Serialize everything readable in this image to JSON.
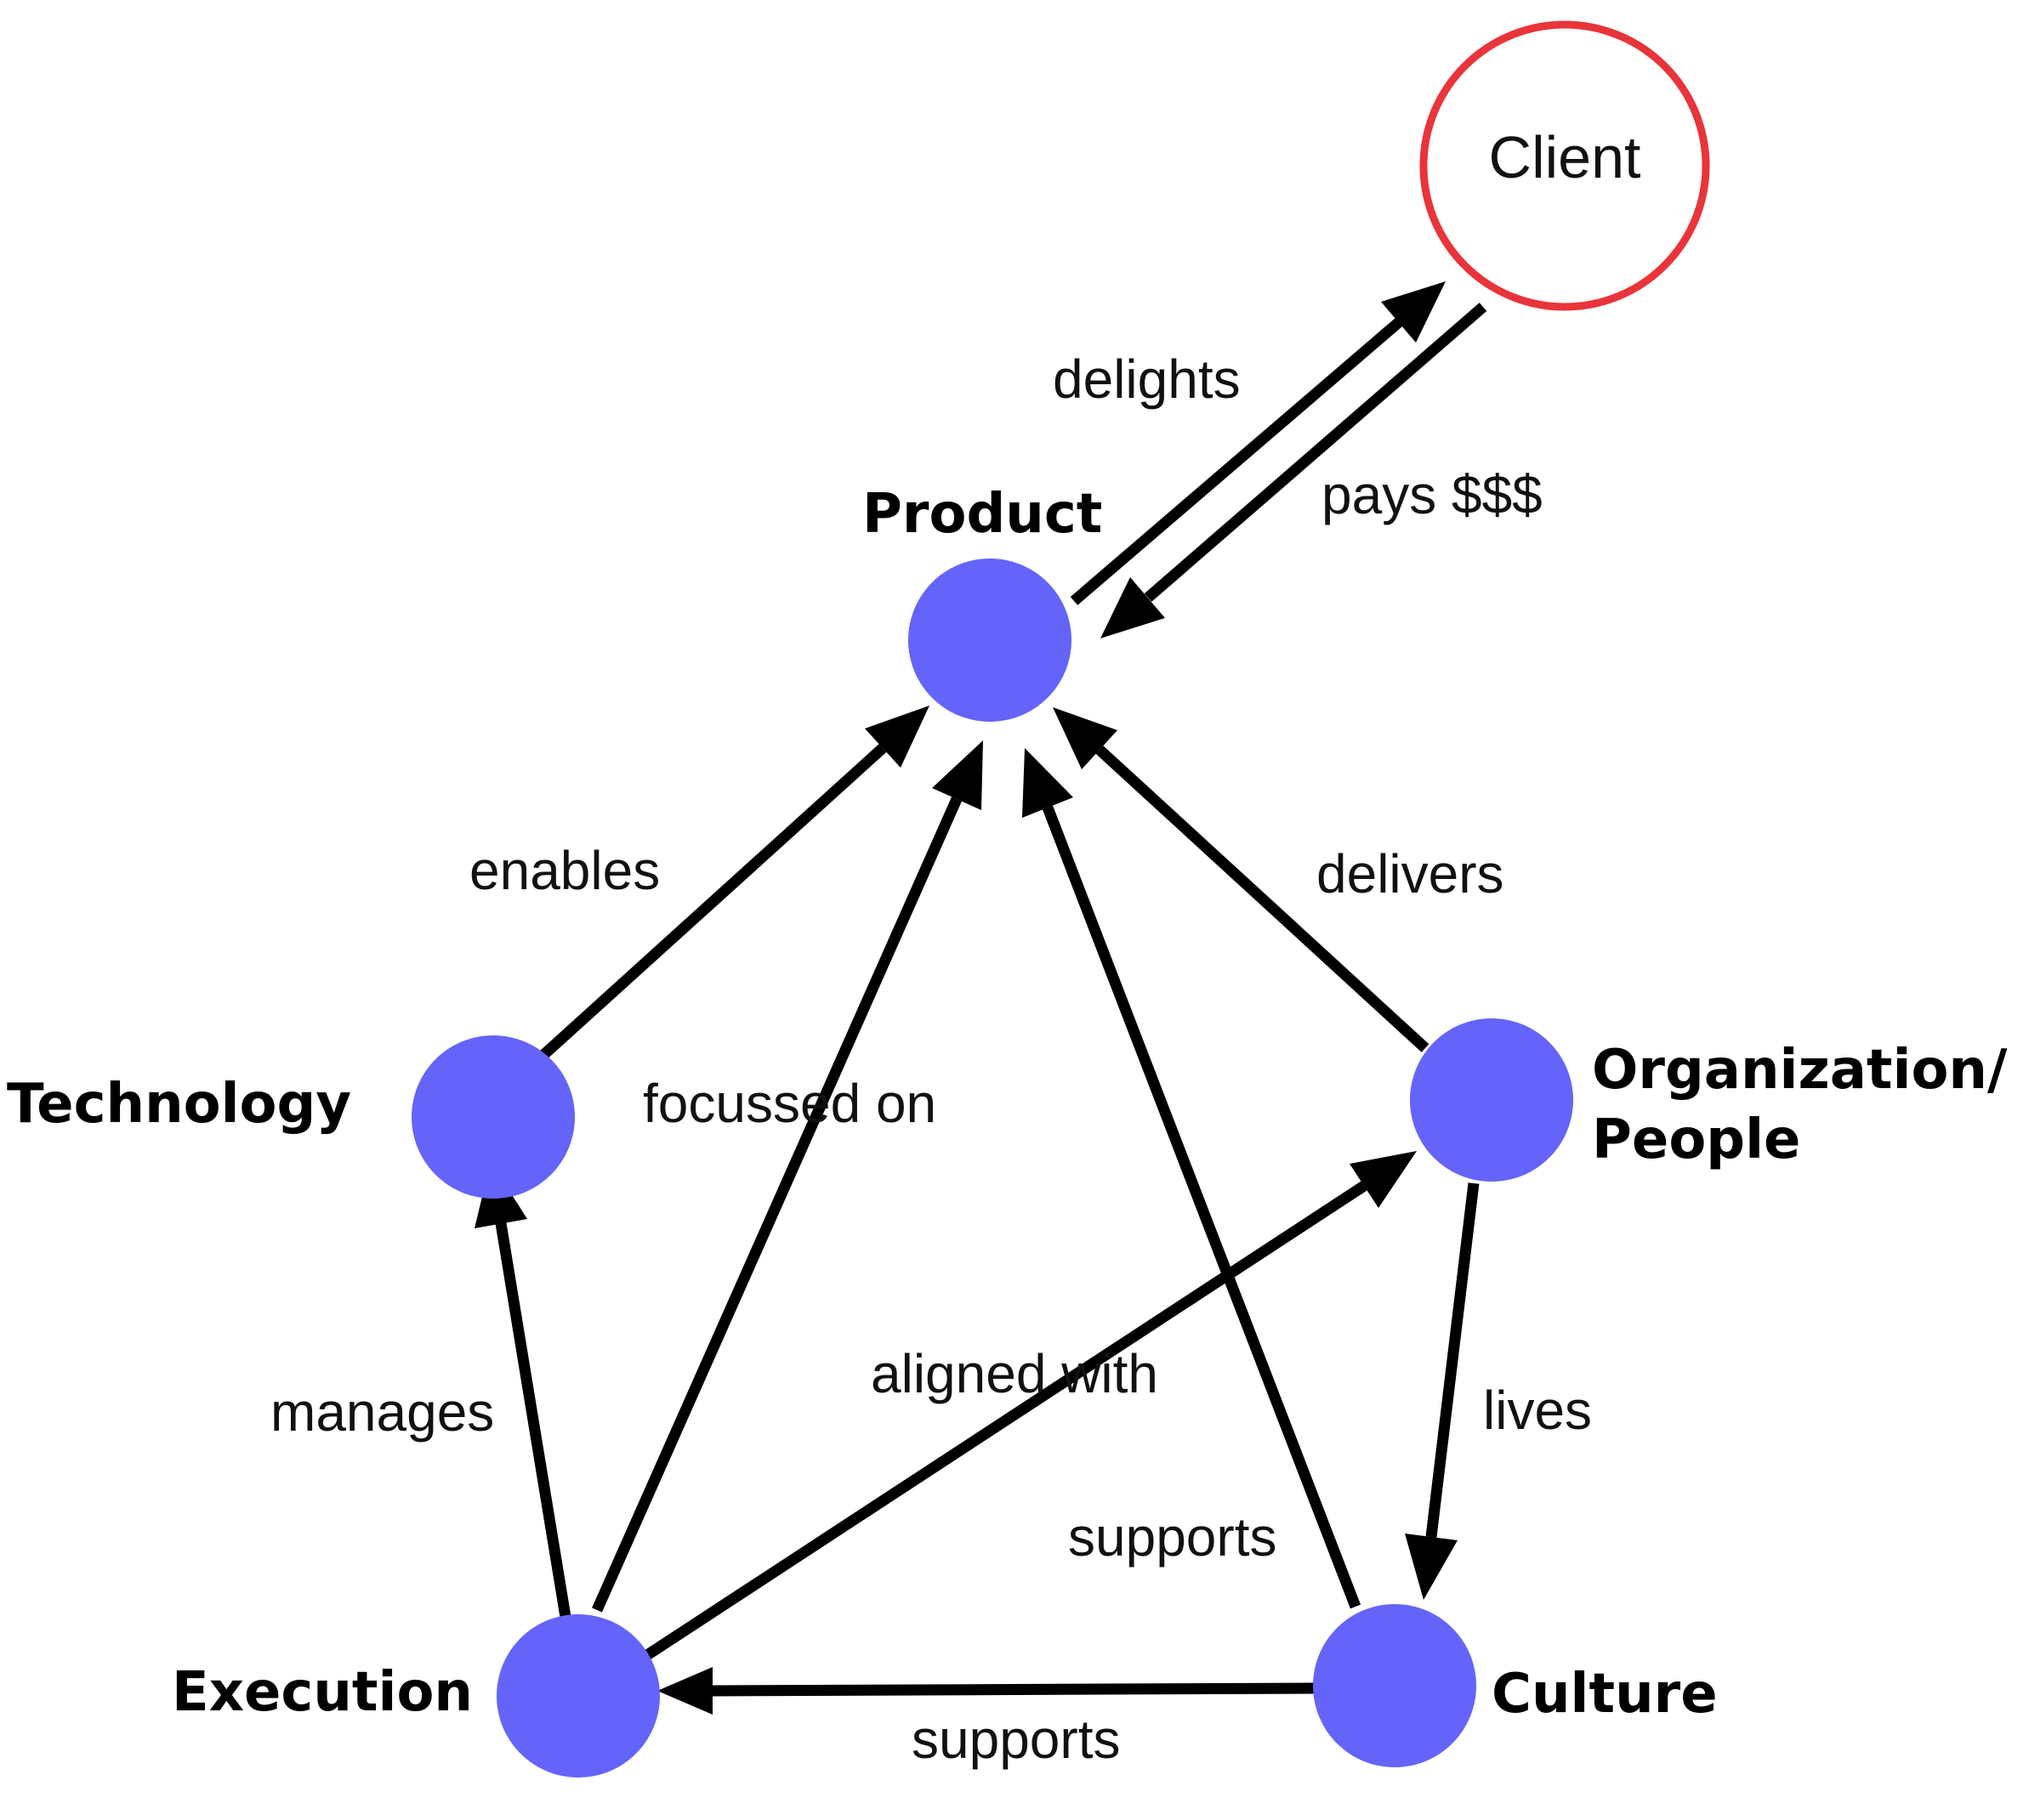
{
  "colors": {
    "node_fill": "#6464fa",
    "client_stroke": "#e8343a",
    "edge": "#000000"
  },
  "nodes": {
    "client": {
      "label": "Client"
    },
    "product": {
      "label": "Product"
    },
    "technology": {
      "label": "Technology"
    },
    "organization": {
      "label_line1": "Organization/",
      "label_line2": "People"
    },
    "execution": {
      "label": "Execution"
    },
    "culture": {
      "label": "Culture"
    }
  },
  "edges": {
    "delights": {
      "from": "Product",
      "to": "Client",
      "label": "delights"
    },
    "pays": {
      "from": "Client",
      "to": "Product",
      "label": "pays $$$"
    },
    "enables": {
      "from": "Technology",
      "to": "Product",
      "label": "enables"
    },
    "focussed_on": {
      "from": "Execution",
      "to": "Product",
      "label": "focussed on"
    },
    "supports_culture_product": {
      "from": "Culture",
      "to": "Product",
      "label": "supports"
    },
    "delivers": {
      "from": "Organization/People",
      "to": "Product",
      "label": "delivers"
    },
    "manages": {
      "from": "Execution",
      "to": "Technology",
      "label": "manages"
    },
    "aligned_with": {
      "from": "Execution",
      "to": "Organization/People",
      "label": "aligned with"
    },
    "lives": {
      "from": "Organization/People",
      "to": "Culture",
      "label": "lives"
    },
    "supports_culture_execution": {
      "from": "Culture",
      "to": "Execution",
      "label": "supports"
    }
  }
}
